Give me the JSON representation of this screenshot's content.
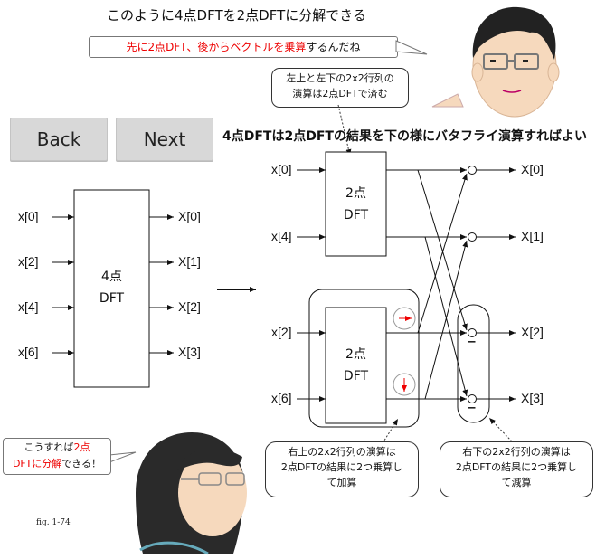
{
  "title": "このように4点DFTを2点DFTに分解できる",
  "speech_top": {
    "red": "先に2点DFT、後からベクトルを乗算",
    "rest": "するんだね"
  },
  "callout_top": {
    "line1": "左上と左下の2x2行列の",
    "line2": "演算は2点DFTで済む"
  },
  "buttons": {
    "back": "Back",
    "next": "Next"
  },
  "subtitle": "4点DFTは2点DFTの結果を下の様にバタフライ演算すればよい",
  "left_diagram": {
    "inputs": [
      "x[0]",
      "x[2]",
      "x[4]",
      "x[6]"
    ],
    "outputs": [
      "X[0]",
      "X[1]",
      "X[2]",
      "X[3]"
    ],
    "box_line1": "4点",
    "box_line2": "DFT"
  },
  "right_diagram": {
    "inputs": [
      "x[0]",
      "x[4]",
      "x[2]",
      "x[6]"
    ],
    "outputs": [
      "X[0]",
      "X[1]",
      "X[2]",
      "X[3]"
    ],
    "top_box_line1": "2点",
    "top_box_line2": "DFT",
    "bottom_box_line1": "2点",
    "bottom_box_line2": "DFT",
    "minus_sign": "−"
  },
  "callout_bottom_left": {
    "line1": "右上の2x2行列の演算は",
    "line2": "2点DFTの結果に2つ乗算し",
    "line3": "て加算"
  },
  "callout_bottom_right": {
    "line1": "右下の2x2行列の演算は",
    "line2": "2点DFTの結果に2つ乗算し",
    "line3": "て減算"
  },
  "speech_bottom": {
    "line1_a": "こうすれば",
    "line1_red": "2点",
    "line2_red": "DFTに分解",
    "line2_b": "できる！"
  },
  "figure_label": "fig. 1-74"
}
